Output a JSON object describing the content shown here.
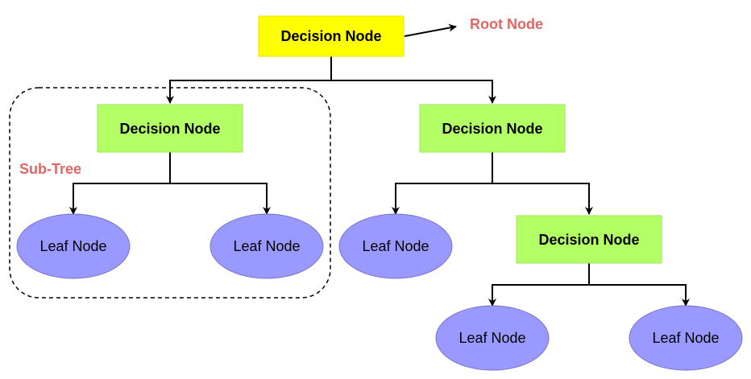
{
  "annotations": {
    "root_label": "Root Node",
    "subtree_label": "Sub-Tree"
  },
  "nodes": {
    "root": "Decision Node",
    "left_decision": "Decision Node",
    "right_decision": "Decision Node",
    "bottom_decision": "Decision Node",
    "leaf_left_1": "Leaf Node",
    "leaf_left_2": "Leaf Node",
    "leaf_right_1": "Leaf Node",
    "leaf_bottom_1": "Leaf Node",
    "leaf_bottom_2": "Leaf Node"
  },
  "colors": {
    "root_fill": "#ffff00",
    "decision_fill": "#b3ff66",
    "leaf_fill": "#9999ff",
    "leaf_stroke": "#7575c8",
    "annotation_text": "#e06666",
    "line": "#000000",
    "node_text": "#000000"
  }
}
